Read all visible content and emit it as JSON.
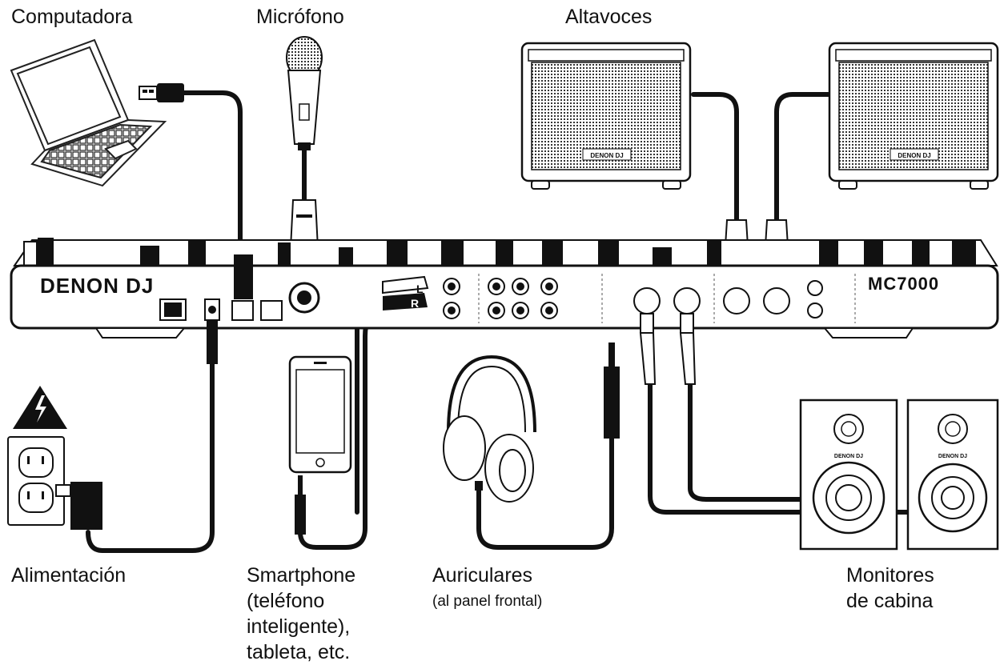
{
  "labels": {
    "computer": "Computadora",
    "microphone": "Micrófono",
    "speakers": "Altavoces",
    "power": "Alimentación",
    "smartphone": [
      "Smartphone",
      "(teléfono",
      "inteligente),",
      "tableta, etc."
    ],
    "headphones": "Auriculares",
    "headphones_note": "(al panel frontal)",
    "monitors": [
      "Monitores",
      "de cabina"
    ]
  },
  "device": {
    "brand": "DENON DJ",
    "model": "MC7000",
    "channel_r": "R",
    "channel_l": "L"
  },
  "speaker_brand": "DENON DJ",
  "monitor_brand": "DENON DJ"
}
